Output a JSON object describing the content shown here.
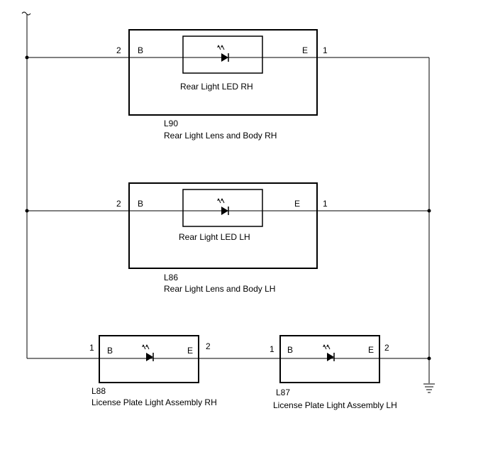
{
  "components": {
    "l90": {
      "id": "L90",
      "name": "Rear Light Lens and Body RH",
      "inner_label": "Rear Light LED RH",
      "pin_left": "2",
      "pin_right": "1",
      "term_left": "B",
      "term_right": "E"
    },
    "l86": {
      "id": "L86",
      "name": "Rear Light Lens and Body LH",
      "inner_label": "Rear Light LED LH",
      "pin_left": "2",
      "pin_right": "1",
      "term_left": "B",
      "term_right": "E"
    },
    "l88": {
      "id": "L88",
      "name": "License Plate Light Assembly RH",
      "pin_left": "1",
      "pin_right": "2",
      "term_left": "B",
      "term_right": "E"
    },
    "l87": {
      "id": "L87",
      "name": "License Plate Light Assembly LH",
      "pin_left": "1",
      "pin_right": "2",
      "term_left": "B",
      "term_right": "E"
    }
  },
  "icons": {
    "power": "tilde-supply-icon",
    "ground": "ground-icon",
    "led": "led-icon"
  }
}
